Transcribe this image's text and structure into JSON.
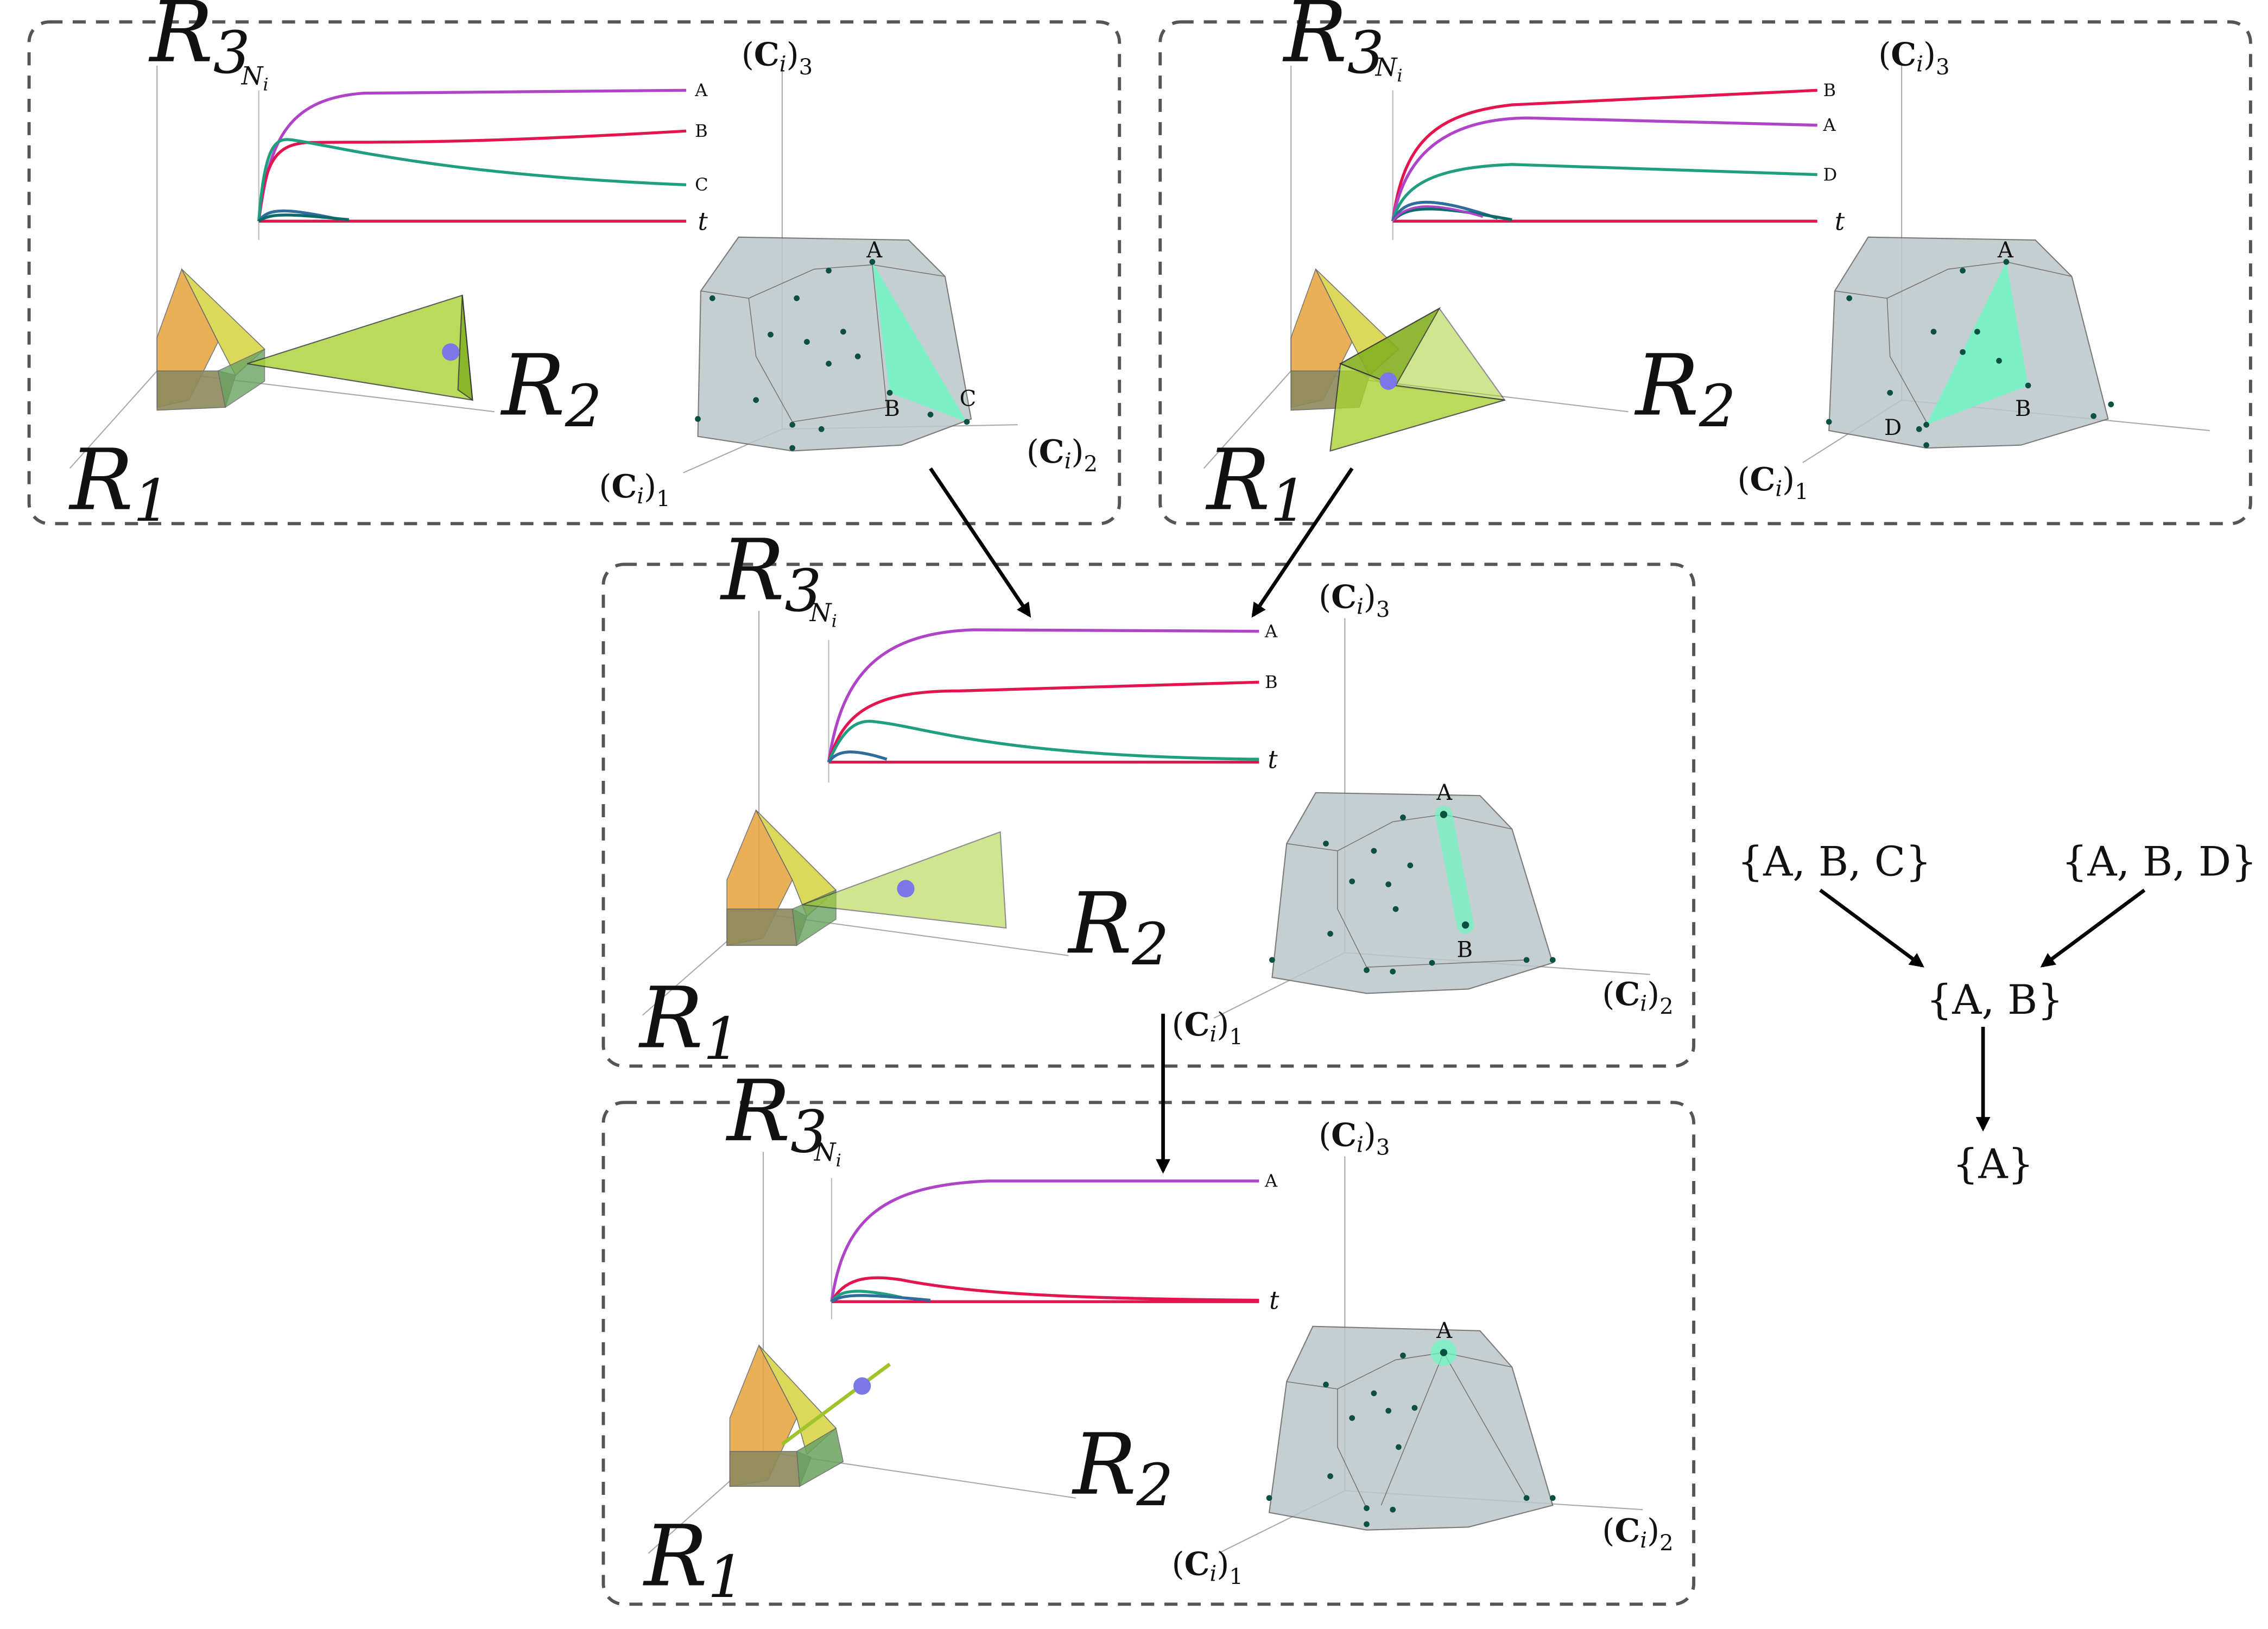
{
  "labels": {
    "R1": "R",
    "R2": "R",
    "R3": "R",
    "s1": "1",
    "s2": "2",
    "s3": "3",
    "Ni": "N",
    "i": "i",
    "t": "t",
    "C": "C",
    "A": "A",
    "B": "B",
    "Cc": "C",
    "D": "D"
  },
  "sets": {
    "abc": "{A, B, C}",
    "abd": "{A, B, D}",
    "ab": "{A, B}",
    "a": "{A}"
  },
  "colors": {
    "purple": "#b044c9",
    "red": "#e4144f",
    "teal": "#1f9f7f",
    "blue": "#2e6d9c",
    "hull": "#bcc6ca",
    "region_yellow": "#d9d44a",
    "region_green": "#a9d134",
    "highlight": "#6ff5c4",
    "dot": "#7a78e8"
  },
  "panels": [
    {
      "id": "top-left",
      "curves": [
        "A",
        "B",
        "C"
      ],
      "hull_highlight": [
        "A",
        "B",
        "C"
      ]
    },
    {
      "id": "top-right",
      "curves": [
        "B",
        "A",
        "D"
      ],
      "hull_highlight": [
        "A",
        "B",
        "D"
      ]
    },
    {
      "id": "middle",
      "curves": [
        "A",
        "B"
      ],
      "hull_highlight": [
        "A",
        "B"
      ]
    },
    {
      "id": "bottom",
      "curves": [
        "A"
      ],
      "hull_highlight": [
        "A"
      ]
    }
  ]
}
